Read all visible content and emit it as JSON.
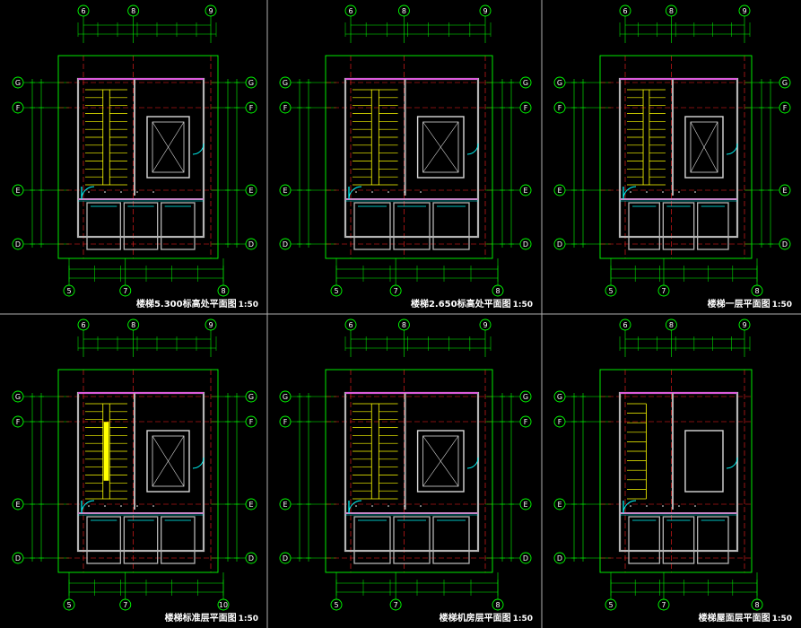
{
  "colors": {
    "background": "#000000",
    "grid_axis": "#00ff00",
    "axis_dash": "#ff2020",
    "wall": "#b4b4b4",
    "wall_accent": "#ff00ff",
    "stair": "#ffff00",
    "door": "#00ffff",
    "elevator": "#d8d8d8",
    "text": "#ffffff",
    "divider": "#b0b0b0"
  },
  "panels": [
    {
      "id": "p1",
      "title": "楼梯5.300标高处平面图",
      "scale": "1:50",
      "top_axes": [
        "6",
        "8",
        "9"
      ],
      "bottom_axes": [
        "5",
        "7",
        "8"
      ],
      "left_axes": [
        "G",
        "F",
        "E",
        "D"
      ],
      "right_axes": [
        "G",
        "F",
        "E",
        "D"
      ],
      "stair_style": "flight"
    },
    {
      "id": "p2",
      "title": "楼梯2.650标高处平面图",
      "scale": "1:50",
      "top_axes": [
        "6",
        "8",
        "9"
      ],
      "bottom_axes": [
        "5",
        "7",
        "8"
      ],
      "left_axes": [
        "G",
        "F",
        "E",
        "D"
      ],
      "right_axes": [
        "G",
        "F",
        "E",
        "D"
      ],
      "stair_style": "double"
    },
    {
      "id": "p3",
      "title": "楼梯一层平面图",
      "scale": "1:50",
      "top_axes": [
        "6",
        "8",
        "9"
      ],
      "bottom_axes": [
        "5",
        "7",
        "8"
      ],
      "left_axes": [
        "G",
        "F",
        "E",
        "D"
      ],
      "right_axes": [
        "G",
        "F",
        "E",
        "D"
      ],
      "stair_style": "ground"
    },
    {
      "id": "p4",
      "title": "楼梯标准层平面图",
      "scale": "1:50",
      "top_axes": [
        "6",
        "8",
        "9"
      ],
      "bottom_axes": [
        "5",
        "7",
        "10"
      ],
      "left_axes": [
        "G",
        "F",
        "E",
        "D"
      ],
      "right_axes": [
        "G",
        "F",
        "E",
        "D"
      ],
      "stair_style": "standard"
    },
    {
      "id": "p5",
      "title": "楼梯机房层平面图",
      "scale": "1:50",
      "top_axes": [
        "6",
        "8",
        "9"
      ],
      "bottom_axes": [
        "5",
        "7",
        "8"
      ],
      "left_axes": [
        "G",
        "F",
        "E",
        "D"
      ],
      "right_axes": [
        "G",
        "F",
        "E",
        "D"
      ],
      "stair_style": "machine"
    },
    {
      "id": "p6",
      "title": "楼梯屋面层平面图",
      "scale": "1:50",
      "top_axes": [
        "6",
        "8",
        "9"
      ],
      "bottom_axes": [
        "5",
        "7",
        "8"
      ],
      "left_axes": [
        "G",
        "F",
        "E",
        "D"
      ],
      "right_axes": [],
      "stair_style": "roof"
    }
  ]
}
